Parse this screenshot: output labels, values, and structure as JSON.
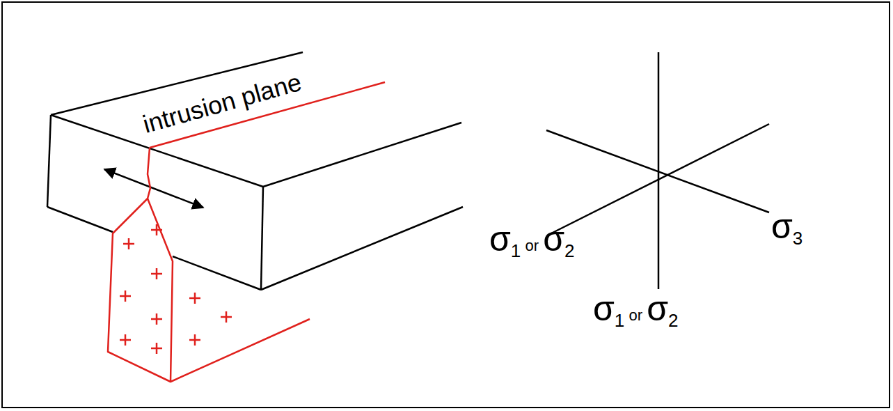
{
  "diagram": {
    "labels": [
      "intrusion plane",
      "σ1 or σ2",
      "σ3",
      "σ1 or σ2"
    ]
  }
}
